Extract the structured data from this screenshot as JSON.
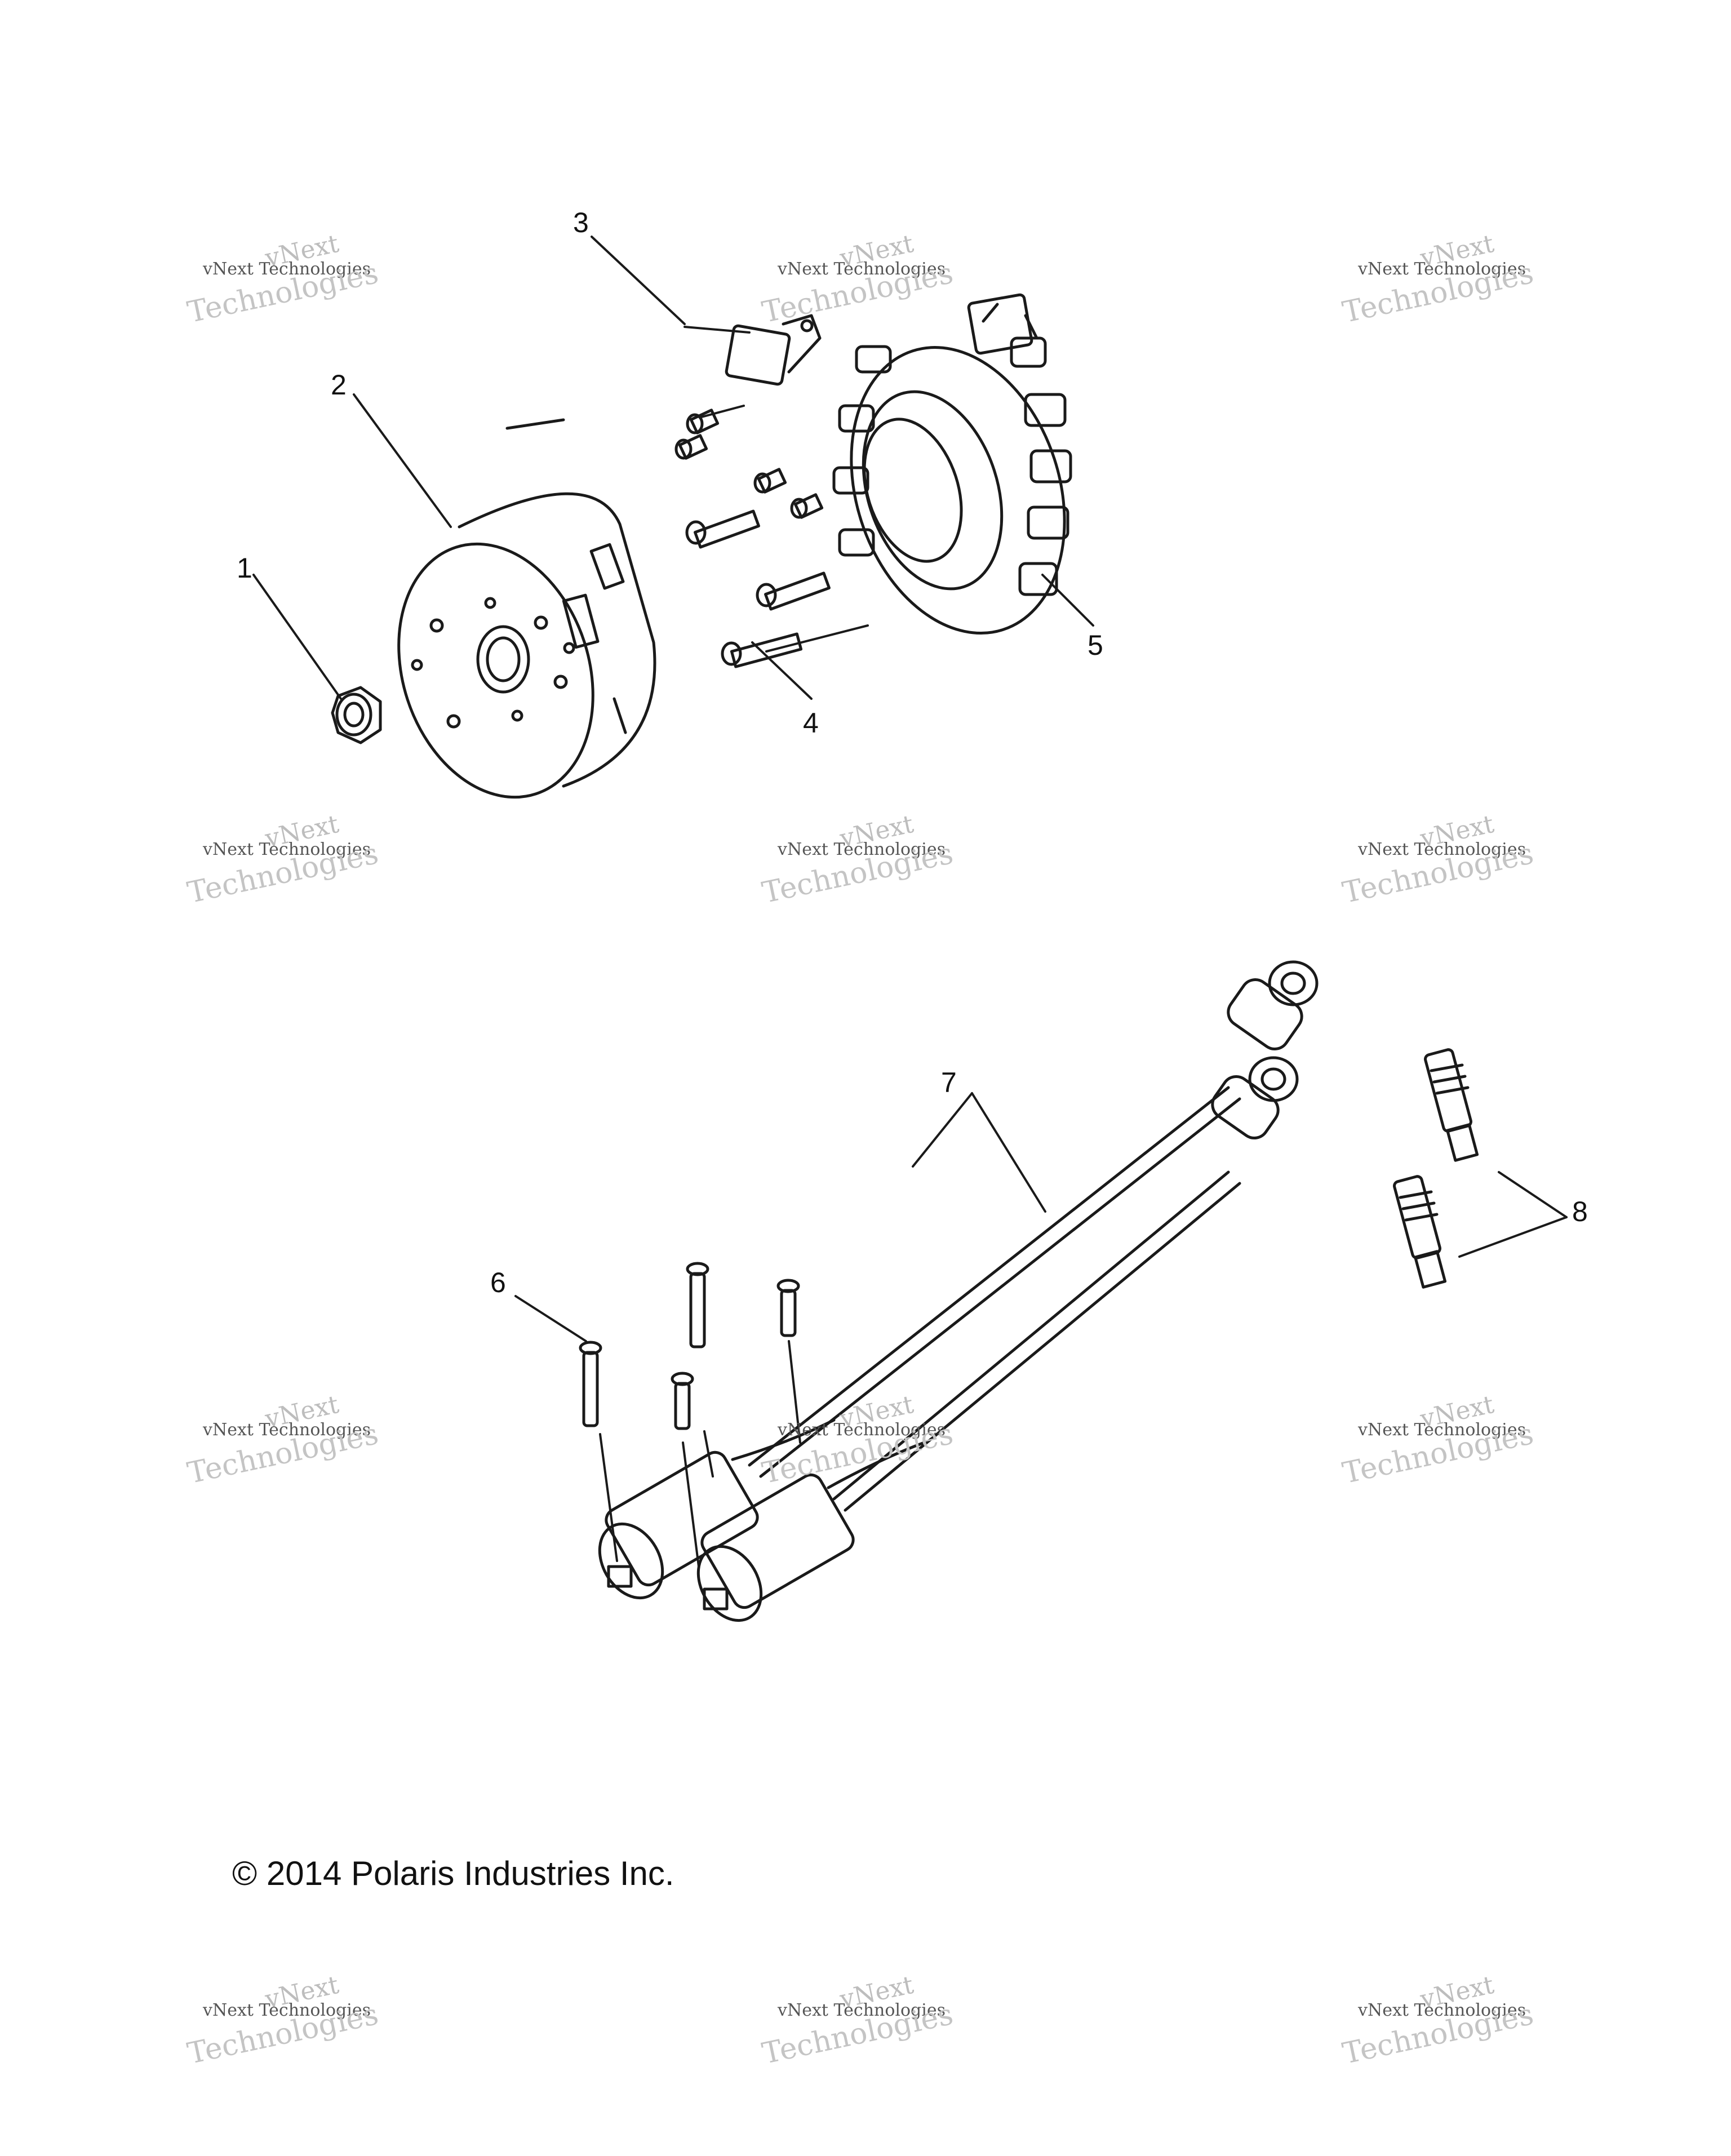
{
  "callouts": [
    "1",
    "2",
    "3",
    "4",
    "5",
    "6",
    "7",
    "8"
  ],
  "copyright": "© 2014 Polaris Industries Inc.",
  "watermark": {
    "top": "vNext",
    "middle": "vNext Technologies",
    "bottom": "Technologies"
  },
  "colors": {
    "line": "#1a1a1a",
    "background": "#ffffff"
  }
}
